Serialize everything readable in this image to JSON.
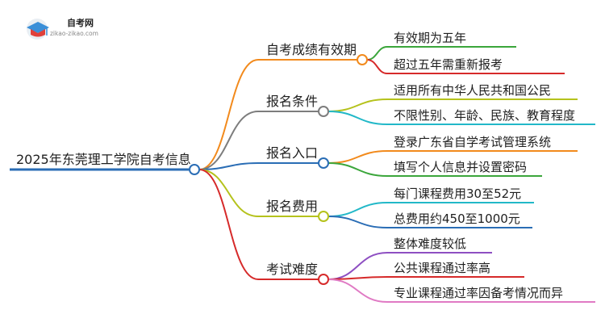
{
  "logo": {
    "name": "自考网",
    "url": "zikao-zikao.com",
    "icon": "graduation-cap-icon",
    "colors": [
      "#e0403a",
      "#3a8fd8"
    ]
  },
  "mindmap": {
    "root": "2025年东莞理工学院自考信息",
    "root_color": "#2a6db5",
    "branches": [
      {
        "label": "自考成绩有效期",
        "color": "#f28a1c",
        "children": [
          {
            "label": "有效期为五年",
            "color": "#3ba63b"
          },
          {
            "label": "超过五年需重新报考",
            "color": "#d62a2a"
          }
        ]
      },
      {
        "label": "报名条件",
        "color": "#7d7d7d",
        "children": [
          {
            "label": "适用所有中华人民共和国公民",
            "color": "#b5c21c"
          },
          {
            "label": "不限性别、年龄、民族、教育程度",
            "color": "#22b8c8"
          }
        ]
      },
      {
        "label": "报名入口",
        "color": "#2a6db5",
        "children": [
          {
            "label": "登录广东省自学考试管理系统",
            "color": "#f28a1c"
          },
          {
            "label": "填写个人信息并设置密码",
            "color": "#3ba63b"
          }
        ]
      },
      {
        "label": "报名费用",
        "color": "#b5c21c",
        "children": [
          {
            "label": "每门课程费用30至52元",
            "color": "#22b8c8"
          },
          {
            "label": "总费用约450至1000元",
            "color": "#2a6db5"
          }
        ]
      },
      {
        "label": "考试难度",
        "color": "#d62a2a",
        "children": [
          {
            "label": "整体难度较低",
            "color": "#8e4fc2"
          },
          {
            "label": "公共课程通过率高",
            "color": "#d62a2a"
          },
          {
            "label": "专业课程通过率因备考情况而异",
            "color": "#e07ac4"
          }
        ]
      }
    ]
  }
}
